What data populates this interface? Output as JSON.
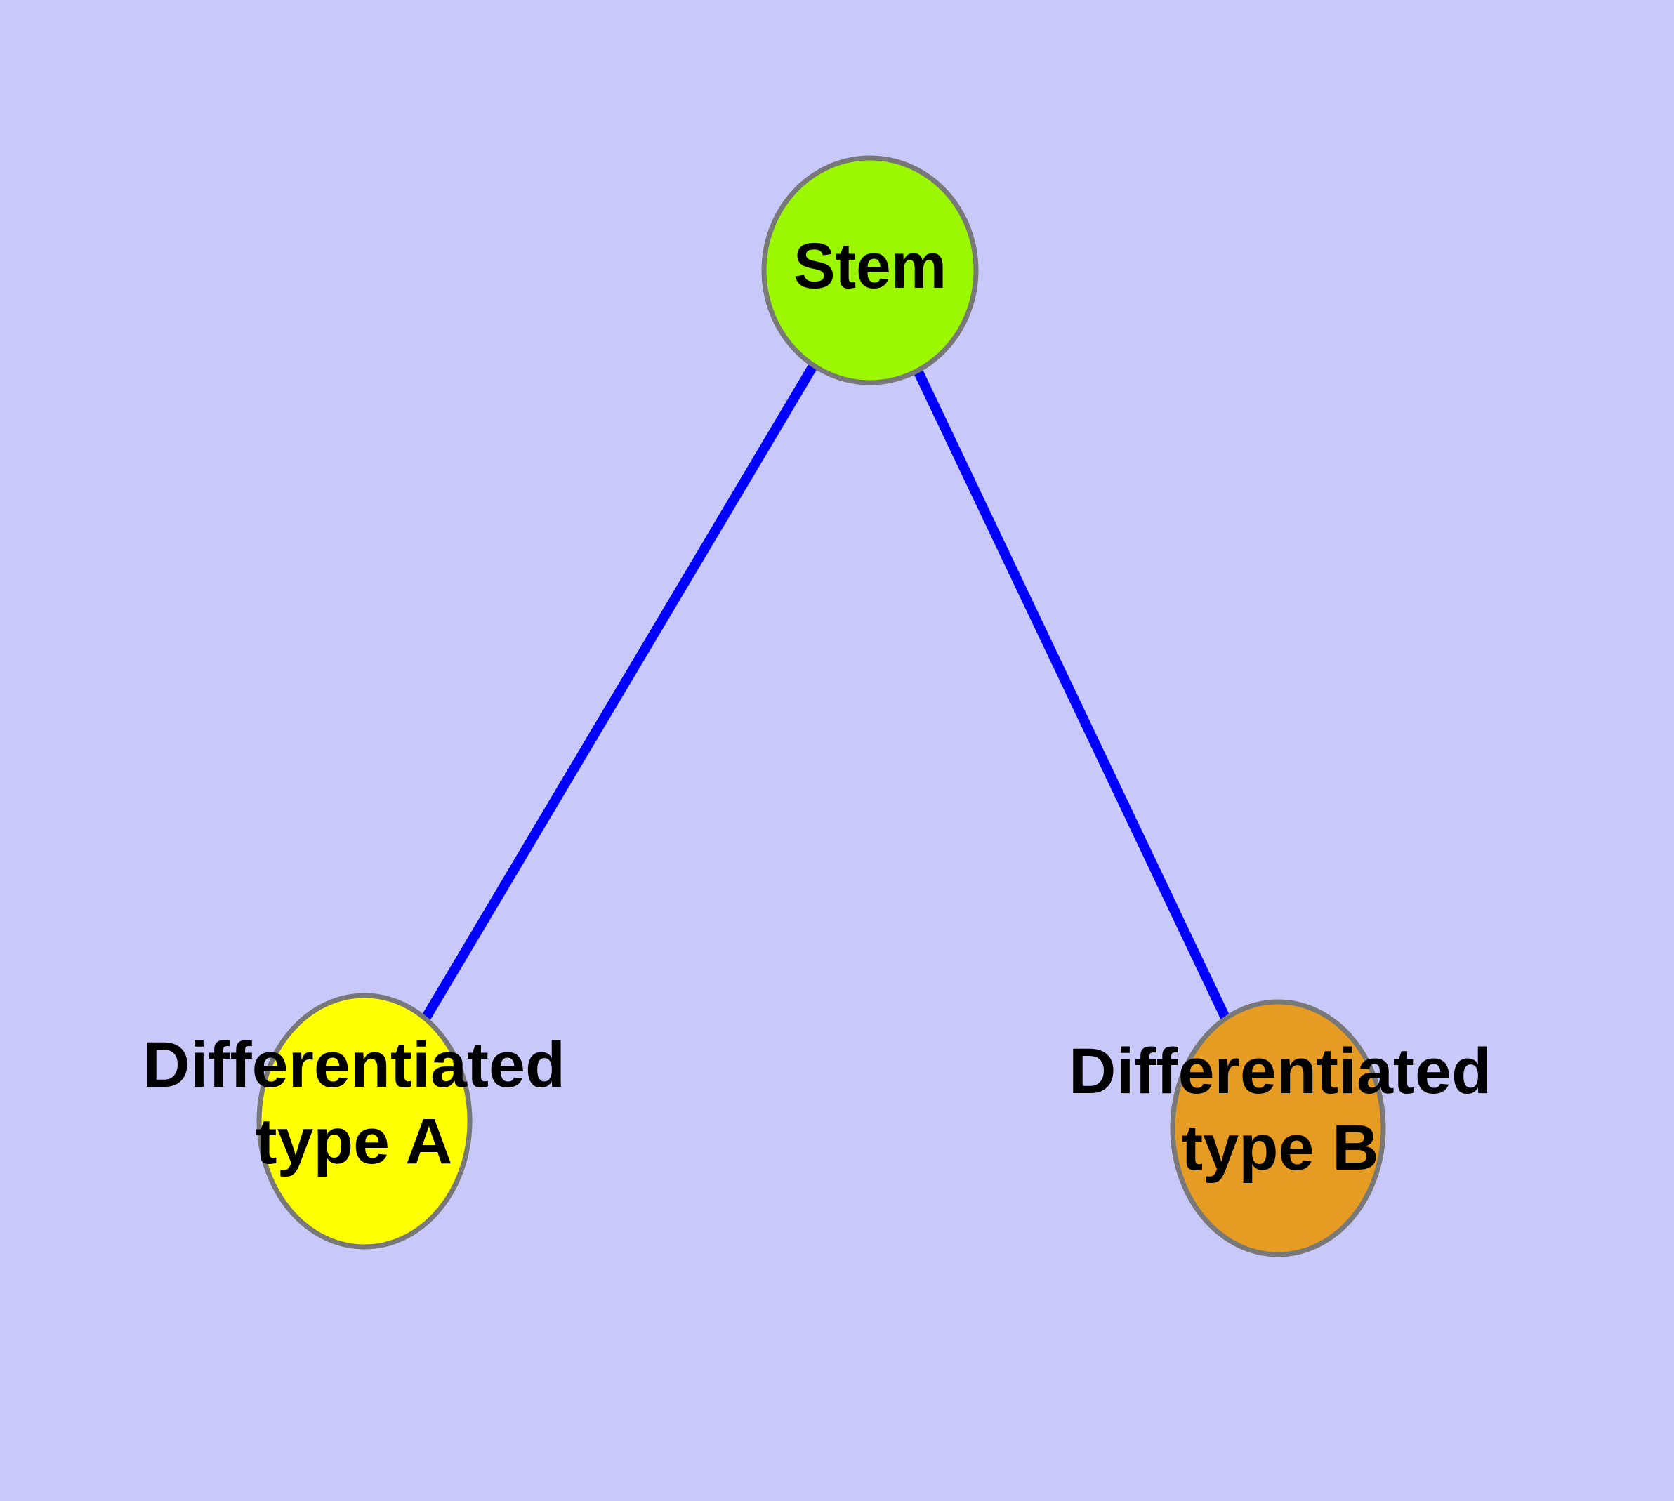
{
  "diagram": {
    "background_color": "#C8C9F9",
    "edge_color": "#0000FC",
    "node_border_color": "#787878",
    "text_color": "#000000",
    "nodes": {
      "stem": {
        "label": "Stem",
        "fill": "#9BF702"
      },
      "type_a": {
        "label_line1": "Differentiated",
        "label_line2": "type A",
        "fill": "#FFFF00"
      },
      "type_b": {
        "label_line1": "Differentiated",
        "label_line2": "type B",
        "fill": "#E69B22"
      }
    },
    "edges": [
      {
        "from": "stem",
        "to": "type_a"
      },
      {
        "from": "stem",
        "to": "type_b"
      }
    ]
  }
}
